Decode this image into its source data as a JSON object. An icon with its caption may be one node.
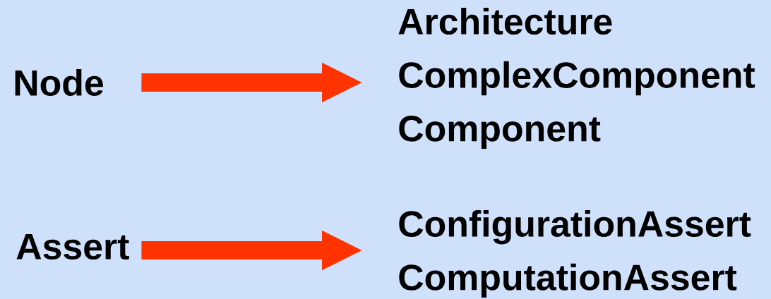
{
  "diagram": {
    "nodes": [
      {
        "text": [
          "Node"
        ]
      },
      {
        "text": [
          "Architecture",
          "ComplexComponent",
          "Component"
        ]
      },
      {
        "text": [
          "Assert"
        ]
      },
      {
        "text": [
          "ConfigurationAssert",
          "ComputationAssert"
        ]
      }
    ],
    "edges": [
      {
        "from": 0,
        "to": 1,
        "arrow": "to"
      },
      {
        "from": 2,
        "to": 3,
        "arrow": "to"
      }
    ]
  }
}
